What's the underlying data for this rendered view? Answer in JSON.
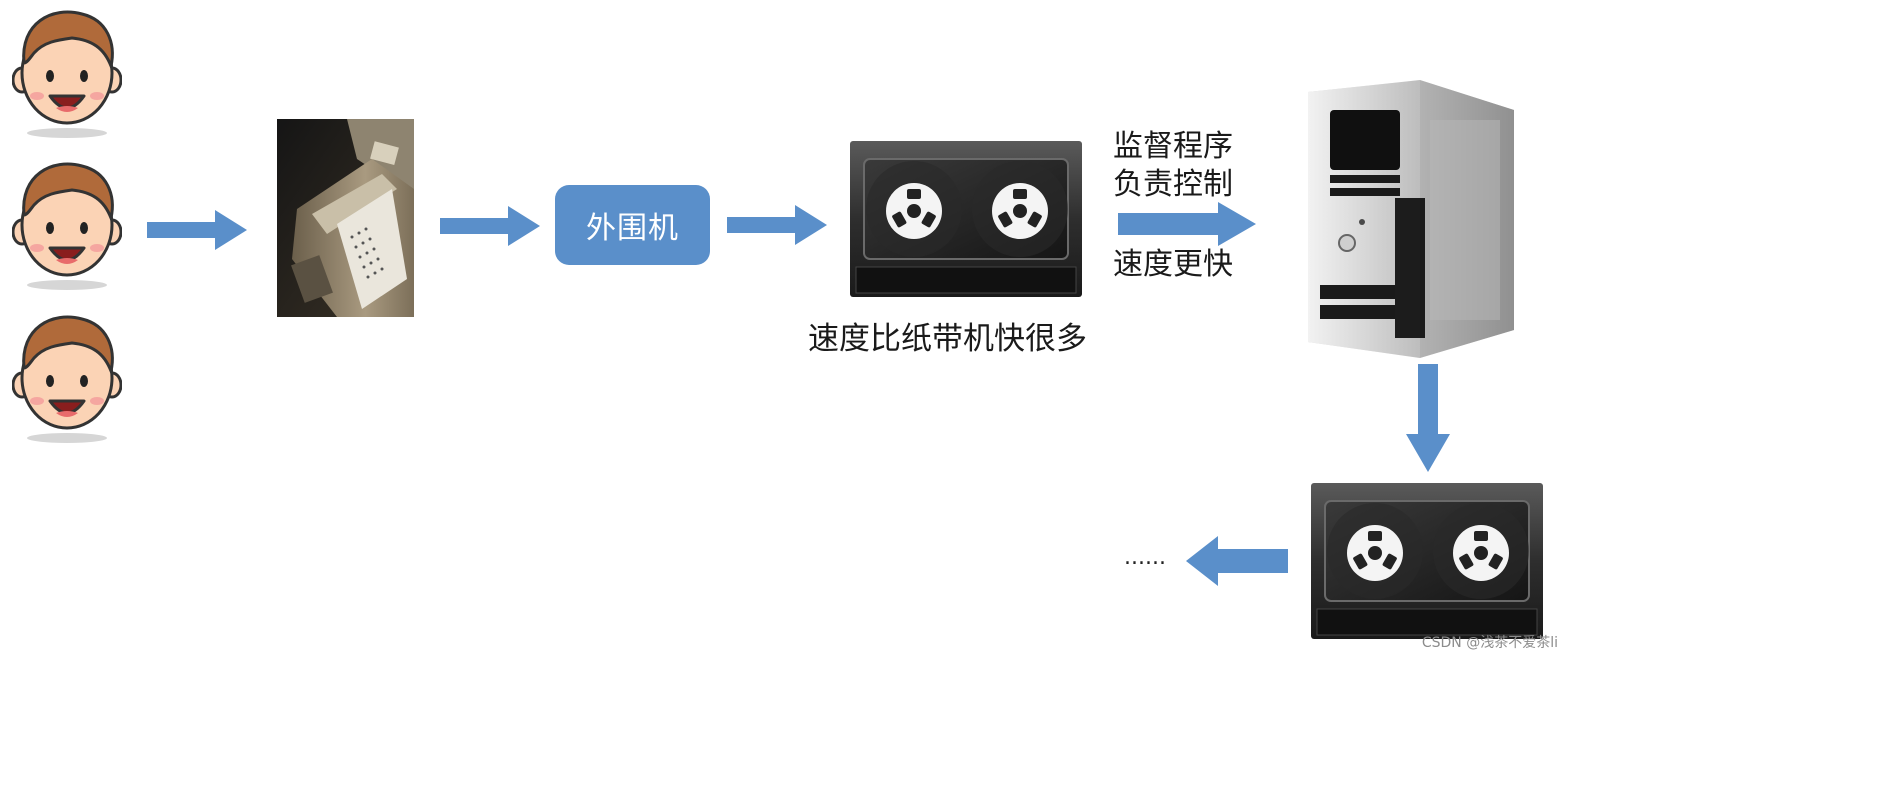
{
  "nodes": {
    "peripheral_label": "外围机"
  },
  "labels": {
    "tape_speed_caption": "速度比纸带机快很多",
    "monitor_note_line1": "监督程序",
    "monitor_note_line2": "负责控制",
    "monitor_note_line3": "速度更快",
    "continuation": "......"
  },
  "watermark": "CSDN @浅茶不爱茶li",
  "colors": {
    "arrow": "#5a8fca",
    "peripheral_box": "#5a8fca"
  },
  "icons": [
    "person-face-icon",
    "punch-card-machine-icon",
    "tape-drive-icon",
    "computer-tower-icon"
  ]
}
